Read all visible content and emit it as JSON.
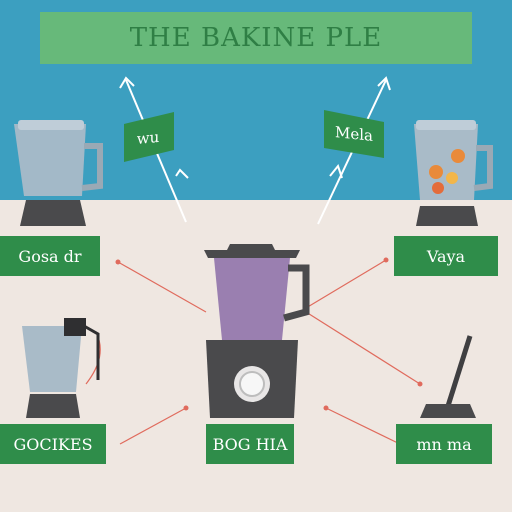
{
  "title": "THE BAKINE PLE",
  "labels": {
    "top_left": "Gosa dr",
    "top_right": "Vaya",
    "upper_left": "wu",
    "upper_right": "Mela",
    "bottom_left": "GOCIKES",
    "bottom_center": "BOG HIA",
    "bottom_right": "mn ma"
  },
  "colors": {
    "sky": "#3c9fc0",
    "floor": "#efe7e1",
    "banner": "#67b97a",
    "label_green": "#2f8d4a",
    "arrow_red": "#e06b5d",
    "appliance_dark": "#4a4a4c",
    "jar_purple": "#9a7fb0",
    "jar_glass": "#a9bbc8"
  }
}
